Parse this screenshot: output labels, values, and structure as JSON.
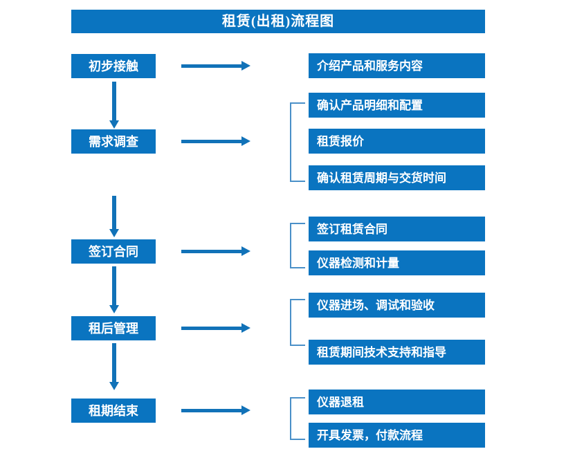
{
  "title": "租赁(出租)流程图",
  "colors": {
    "box_blue": "#0a74c0",
    "arrow_blue": "#1172b8",
    "bracket_blue": "#4a90c8",
    "text_white": "#ffffff",
    "background": "#ffffff"
  },
  "chart_data": {
    "type": "diagram",
    "title": "租赁(出租)流程图",
    "orientation": "vertical-with-right-branches",
    "stages": [
      {
        "id": "stage-1",
        "label": "初步接触",
        "details": [
          "介绍产品和服务内容"
        ],
        "bracketed": false
      },
      {
        "id": "stage-2",
        "label": "需求调查",
        "details": [
          "确认产品明细和配置",
          "租赁报价",
          "确认租赁周期与交货时间"
        ],
        "bracketed": true
      },
      {
        "id": "stage-3",
        "label": "签订合同",
        "details": [
          "签订租赁合同",
          "仪器检测和计量"
        ],
        "bracketed": true
      },
      {
        "id": "stage-4",
        "label": "租后管理",
        "details": [
          "仪器进场、调试和验收",
          "租赁期间技术支持和指导"
        ],
        "bracketed": true
      },
      {
        "id": "stage-5",
        "label": "租期结束",
        "details": [
          "仪器退租",
          "开具发票，付款流程"
        ],
        "bracketed": true
      }
    ]
  },
  "stages": {
    "s1": {
      "label": "初步接触"
    },
    "s2": {
      "label": "需求调查"
    },
    "s3": {
      "label": "签订合同"
    },
    "s4": {
      "label": "租后管理"
    },
    "s5": {
      "label": "租期结束"
    }
  },
  "details": {
    "d1_1": {
      "label": "介绍产品和服务内容"
    },
    "d2_1": {
      "label": "确认产品明细和配置"
    },
    "d2_2": {
      "label": "租赁报价"
    },
    "d2_3": {
      "label": "确认租赁周期与交货时间"
    },
    "d3_1": {
      "label": "签订租赁合同"
    },
    "d3_2": {
      "label": "仪器检测和计量"
    },
    "d4_1": {
      "label": "仪器进场、调试和验收"
    },
    "d4_2": {
      "label": "租赁期间技术支持和指导"
    },
    "d5_1": {
      "label": "仪器退租"
    },
    "d5_2": {
      "label": "开具发票，付款流程"
    }
  }
}
